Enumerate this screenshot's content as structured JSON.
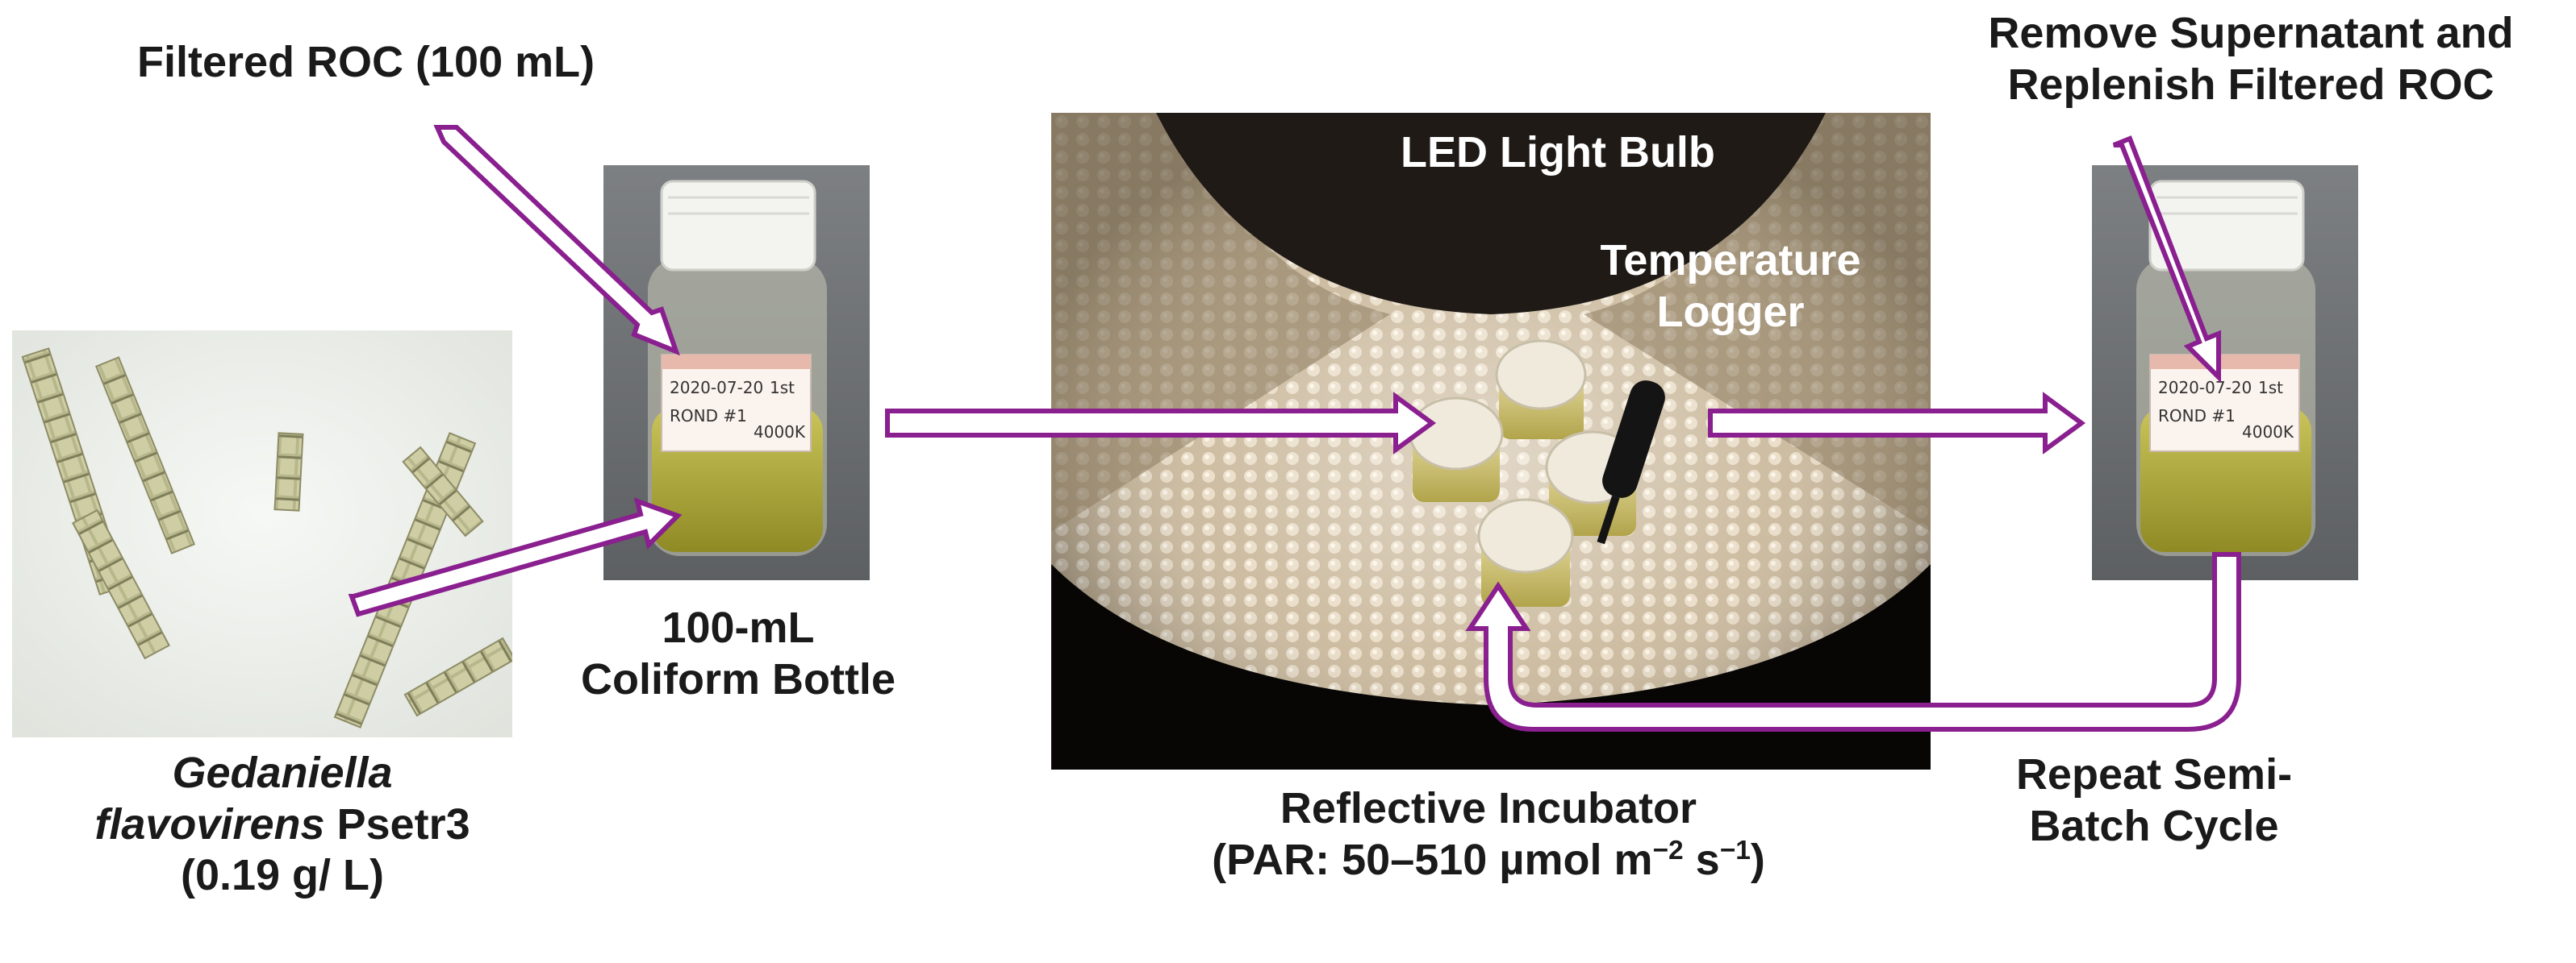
{
  "labels": {
    "filtered_roc": "Filtered ROC (100 mL)",
    "bottle_line1": "100-mL",
    "bottle_line2": "Coliform Bottle",
    "algae_line1": "Gedaniella",
    "algae_line2_italic": "flavovirens",
    "algae_line2_rest": " Psetr3",
    "algae_line3": "(0.19 g/ L)",
    "led": "LED Light Bulb",
    "temp_line1": "Temperature",
    "temp_line2": "Logger",
    "incubator_line1": "Reflective Incubator",
    "incubator_line2_prefix": "(PAR: 50–510 µmol m",
    "incubator_exp1": "−2",
    "incubator_mid": " s",
    "incubator_exp2": "−1",
    "incubator_suffix": ")",
    "remove_line1": "Remove Supernatant and",
    "remove_line2": "Replenish Filtered ROC",
    "repeat_line1": "Repeat Semi-",
    "repeat_line2": "Batch Cycle"
  },
  "bottle_label_text": {
    "date": "2020-07-20",
    "tag": "1st",
    "id": "ROND #1",
    "lux": "4000K"
  },
  "colors": {
    "arrow": "#8a1f8f",
    "text": "#1a1a1a",
    "liquid": "#b2ad3a",
    "cap": "#f2f2ee",
    "incubator_bg": "#3b2c1e"
  }
}
